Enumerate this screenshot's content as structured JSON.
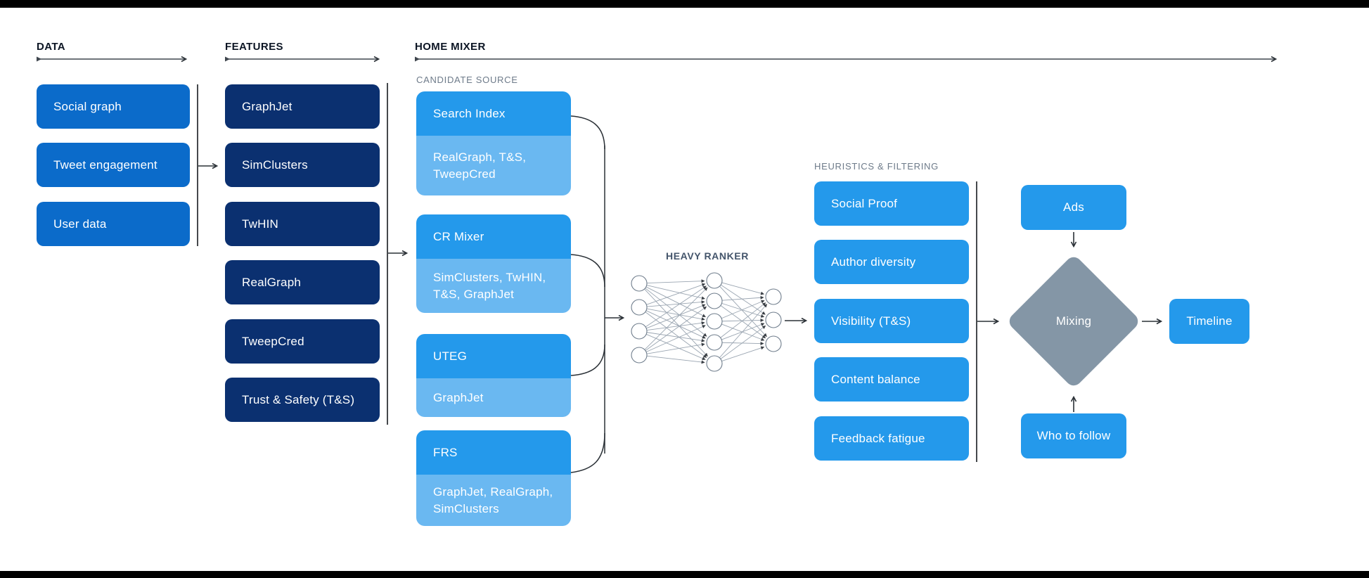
{
  "palette": {
    "data_box": "#0b6bca",
    "features_box": "#0b3070",
    "primary_box": "#2499eb",
    "sub_box": "#6ab8f1",
    "diamond": "#8496a6",
    "text_dark": "#0c1524",
    "text_gray": "#6e7b8a",
    "ranker_label": "#44556b"
  },
  "sections": {
    "data": {
      "label": "DATA",
      "items": [
        "Social graph",
        "Tweet engagement",
        "User data"
      ]
    },
    "features": {
      "label": "FEATURES",
      "items": [
        "GraphJet",
        "SimClusters",
        "TwHIN",
        "RealGraph",
        "TweepCred",
        "Trust & Safety (T&S)"
      ]
    },
    "home_mixer": {
      "label": "HOME MIXER",
      "candidate_source": {
        "label": "CANDIDATE SOURCE",
        "cards": [
          {
            "title": "Search Index",
            "sources": "RealGraph, T&S, TweepCred"
          },
          {
            "title": "CR Mixer",
            "sources": "SimClusters, TwHIN, T&S, GraphJet"
          },
          {
            "title": "UTEG",
            "sources": "GraphJet"
          },
          {
            "title": "FRS",
            "sources": "GraphJet, RealGraph, SimClusters"
          }
        ]
      },
      "heavy_ranker": {
        "label": "HEAVY RANKER"
      },
      "heuristics": {
        "label": "HEURISTICS & FILTERING",
        "items": [
          "Social Proof",
          "Author diversity",
          "Visibility (T&S)",
          "Content balance",
          "Feedback fatigue"
        ]
      },
      "mixing": {
        "label": "Mixing",
        "inputs": [
          "Ads",
          "Who to follow"
        ],
        "output": "Timeline"
      }
    }
  }
}
